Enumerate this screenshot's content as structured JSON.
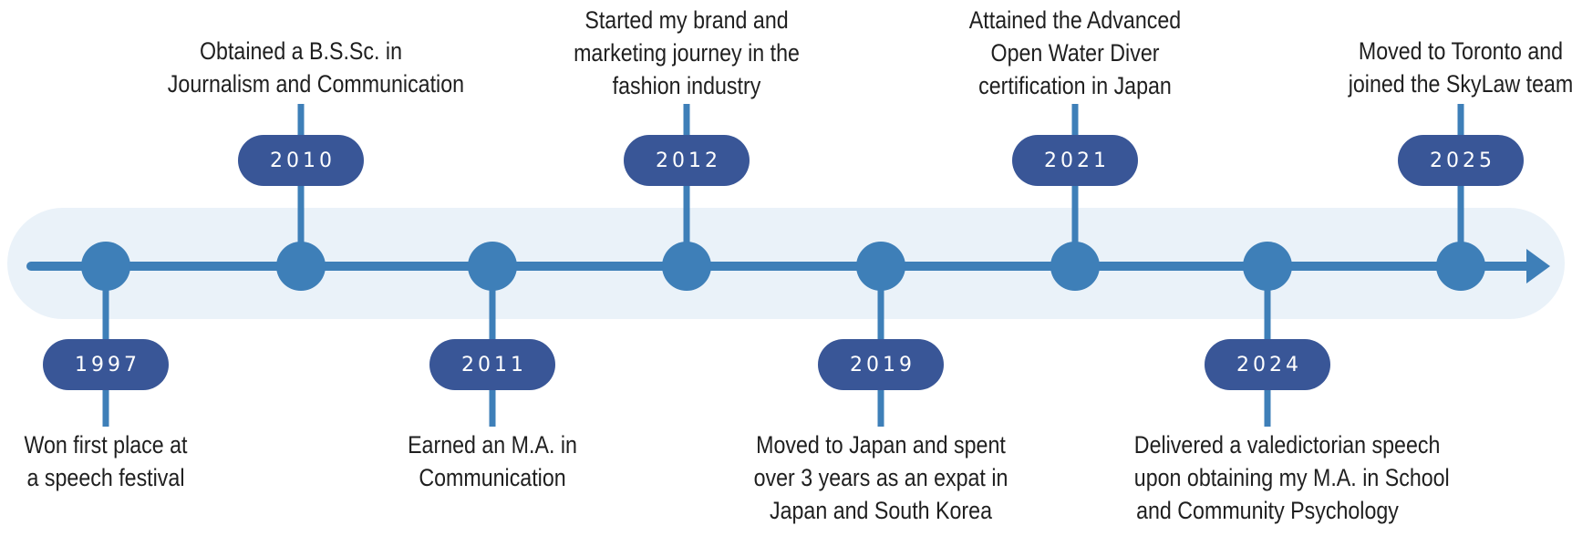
{
  "colors": {
    "band": "#eaf2f9",
    "line": "#3e7fb8",
    "node": "#3e7fb8",
    "pill": "#395697",
    "pill_text": "#ffffff",
    "label_text": "#1f1f1f"
  },
  "events": [
    {
      "year": "1997",
      "position": "below",
      "lines": [
        "Won first place at",
        "a speech festival"
      ]
    },
    {
      "year": "2010",
      "position": "above",
      "lines": [
        "Obtained a B.S.Sc. in",
        "Journalism and Communication"
      ]
    },
    {
      "year": "2011",
      "position": "below",
      "lines": [
        "Earned an M.A. in",
        "Communication"
      ]
    },
    {
      "year": "2012",
      "position": "above",
      "lines": [
        "Started my brand and",
        "marketing journey in the",
        "fashion industry"
      ]
    },
    {
      "year": "2019",
      "position": "below",
      "lines": [
        "Moved to Japan and spent",
        "over 3 years as an expat in",
        "Japan and South Korea"
      ]
    },
    {
      "year": "2021",
      "position": "above",
      "lines": [
        "Attained the Advanced",
        "Open Water Diver",
        "certification in Japan"
      ]
    },
    {
      "year": "2024",
      "position": "below",
      "lines": [
        "Delivered a valedictorian speech",
        "upon obtaining my M.A. in School",
        "and Community Psychology"
      ]
    },
    {
      "year": "2025",
      "position": "above",
      "lines": [
        "Moved to Toronto and",
        "joined the SkyLaw team"
      ]
    }
  ]
}
